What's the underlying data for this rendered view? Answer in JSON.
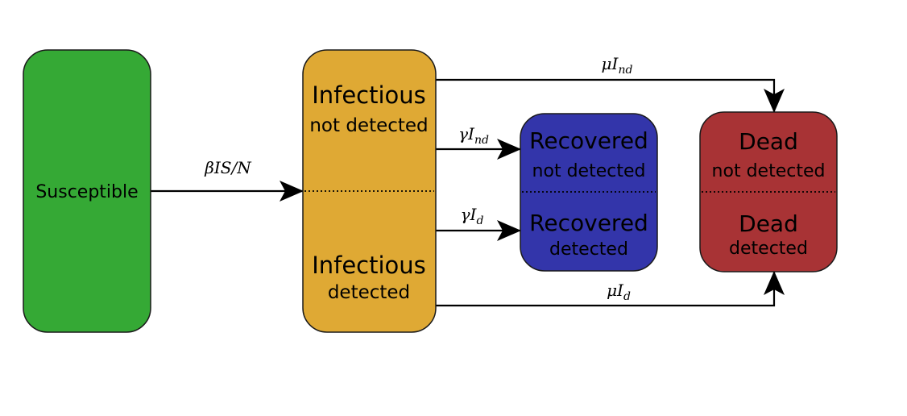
{
  "diagram": {
    "type": "compartmental-model-flowchart",
    "nodes": {
      "susceptible": {
        "label": "Susceptible",
        "color": "#35a935"
      },
      "infectious": {
        "color": "#dfa934",
        "top": {
          "title": "Infectious",
          "subtitle": "not detected"
        },
        "bottom": {
          "title": "Infectious",
          "subtitle": "detected"
        }
      },
      "recovered": {
        "color": "#3335aa",
        "top": {
          "title": "Recovered",
          "subtitle": "not detected"
        },
        "bottom": {
          "title": "Recovered",
          "subtitle": "detected"
        }
      },
      "dead": {
        "color": "#a83335",
        "top": {
          "title": "Dead",
          "subtitle": "not detected"
        },
        "bottom": {
          "title": "Dead",
          "subtitle": "detected"
        }
      }
    },
    "edges": {
      "infection": {
        "from": "susceptible",
        "to": "infectious",
        "rate": "βIS/N"
      },
      "recovery_nd": {
        "from": "infectious-not-detected",
        "to": "recovered-not-detected",
        "rate_base": "γI",
        "rate_sub": "nd"
      },
      "recovery_d": {
        "from": "infectious-detected",
        "to": "recovered-detected",
        "rate_base": "γI",
        "rate_sub": "d"
      },
      "death_nd": {
        "from": "infectious-not-detected",
        "to": "dead-not-detected",
        "rate_base": "μI",
        "rate_sub": "nd"
      },
      "death_d": {
        "from": "infectious-detected",
        "to": "dead-detected",
        "rate_base": "μI",
        "rate_sub": "d"
      }
    }
  }
}
